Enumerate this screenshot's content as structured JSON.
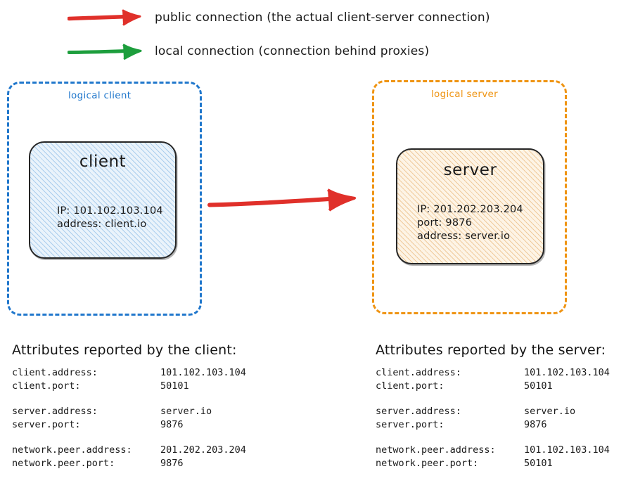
{
  "legend": {
    "items": [
      {
        "icon": "arrow-right-icon",
        "color": "#e0302a",
        "label": "public connection (the actual client-server connection)"
      },
      {
        "icon": "arrow-right-icon",
        "color": "#1d9e3d",
        "label": "local connection (connection behind proxies)"
      }
    ]
  },
  "diagram": {
    "client_group": {
      "caption": "logical client",
      "border_color": "#2077cc",
      "node": {
        "title": "client",
        "lines": "IP: 101.102.103.104\naddress: client.io",
        "fill_color": "#eaf3fb"
      }
    },
    "server_group": {
      "caption": "logical server",
      "border_color": "#ef9413",
      "node": {
        "title": "server",
        "lines": "IP: 201.202.203.204\nport: 9876\naddress: server.io",
        "fill_color": "#fdf4e6"
      }
    },
    "connection": {
      "type": "public",
      "color": "#e0302a",
      "direction": "client-to-server"
    }
  },
  "attributes_client": {
    "heading": "Attributes reported by the client:",
    "groups": [
      {
        "rows": [
          {
            "key": "client.address:",
            "value": "101.102.103.104"
          },
          {
            "key": "client.port:",
            "value": "50101"
          }
        ]
      },
      {
        "rows": [
          {
            "key": "server.address:",
            "value": "server.io"
          },
          {
            "key": "server.port:",
            "value": "9876"
          }
        ]
      },
      {
        "rows": [
          {
            "key": "network.peer.address:",
            "value": "201.202.203.204"
          },
          {
            "key": "network.peer.port:",
            "value": "9876"
          }
        ]
      }
    ]
  },
  "attributes_server": {
    "heading": "Attributes reported by the server:",
    "groups": [
      {
        "rows": [
          {
            "key": "client.address:",
            "value": "101.102.103.104"
          },
          {
            "key": "client.port:",
            "value": "50101"
          }
        ]
      },
      {
        "rows": [
          {
            "key": "server.address:",
            "value": "server.io"
          },
          {
            "key": "server.port:",
            "value": "9876"
          }
        ]
      },
      {
        "rows": [
          {
            "key": "network.peer.address:",
            "value": "101.102.103.104"
          },
          {
            "key": "network.peer.port:",
            "value": "50101"
          }
        ]
      }
    ]
  }
}
